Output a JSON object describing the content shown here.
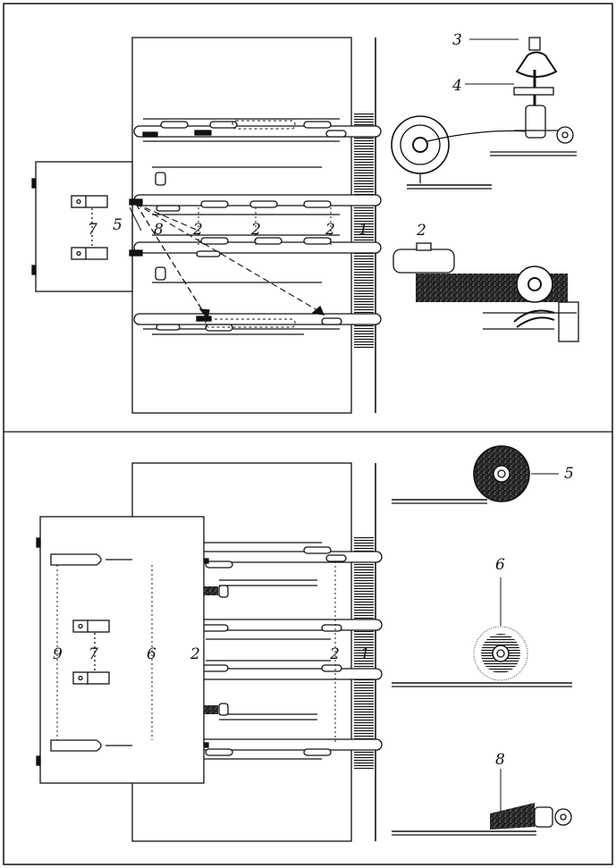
{
  "labels": {
    "l1_top": "1",
    "l2_top_a": "2",
    "l2_top_b": "2",
    "l2_top_c": "2",
    "l2_right": "2",
    "l3": "3",
    "l4": "4",
    "l5_top": "5",
    "l7_top": "7",
    "l8_top": "8",
    "l5_right": "5",
    "l6_right": "6",
    "l8_right": "8",
    "l1_bot": "1",
    "l2_bot_a": "2",
    "l2_bot_b": "2",
    "l6_bot": "6",
    "l7_bot": "7",
    "l9_bot": "9"
  },
  "colors": {
    "ink": "#111111",
    "paper": "#ffffff"
  }
}
